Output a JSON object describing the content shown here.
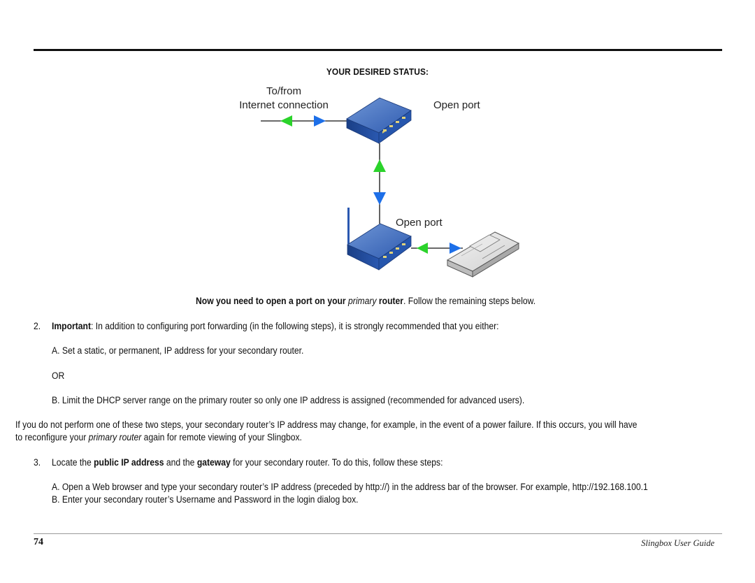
{
  "heading": "YOUR DESIRED STATUS:",
  "diagram": {
    "internet_label_line1": "To/from",
    "internet_label_line2": "Internet connection",
    "open_port_top": "Open port",
    "open_port_bottom": "Open port",
    "router_color": "#1f4a9a",
    "arrow_green": "#2bd32b",
    "arrow_blue": "#1d6fe8"
  },
  "intro": {
    "part1": "Now you need to open a port on your ",
    "italic": "primary",
    "part2": " router",
    "part3": ". Follow the remaining steps below."
  },
  "step2": {
    "number": "2.",
    "bold": "Important",
    "text": ": In addition to configuring port forwarding (in the following steps), it is strongly recommended that you either:"
  },
  "option_a": "A. Set a static, or permanent, IP address for your secondary router.",
  "or": "OR",
  "option_b": "B. Limit the DHCP server range on the primary router so only one IP address is assigned (recommended for advanced users).",
  "warning": {
    "line1": "If you do not perform one of these two steps, your secondary router’s IP address may change, for example, in the event of a power failure. If this occurs, you will have",
    "line2_pre": "to reconfigure your ",
    "line2_italic": "primary router",
    "line2_post": " again for remote viewing of your Slingbox."
  },
  "step3": {
    "number": "3.",
    "pre": "Locate the ",
    "bold1": "public IP address",
    "mid": " and the ",
    "bold2": "gateway",
    "post": " for your secondary router. To do this, follow these steps:"
  },
  "step3_a": "A. Open a Web browser and type your secondary router’s IP address (preceded by http://) in the address bar of the browser. For example, http://192.168.100.1",
  "step3_b": "B. Enter your secondary router’s Username and Password in the login dialog box.",
  "footer": {
    "page_number": "74",
    "title": "Slingbox User Guide"
  }
}
